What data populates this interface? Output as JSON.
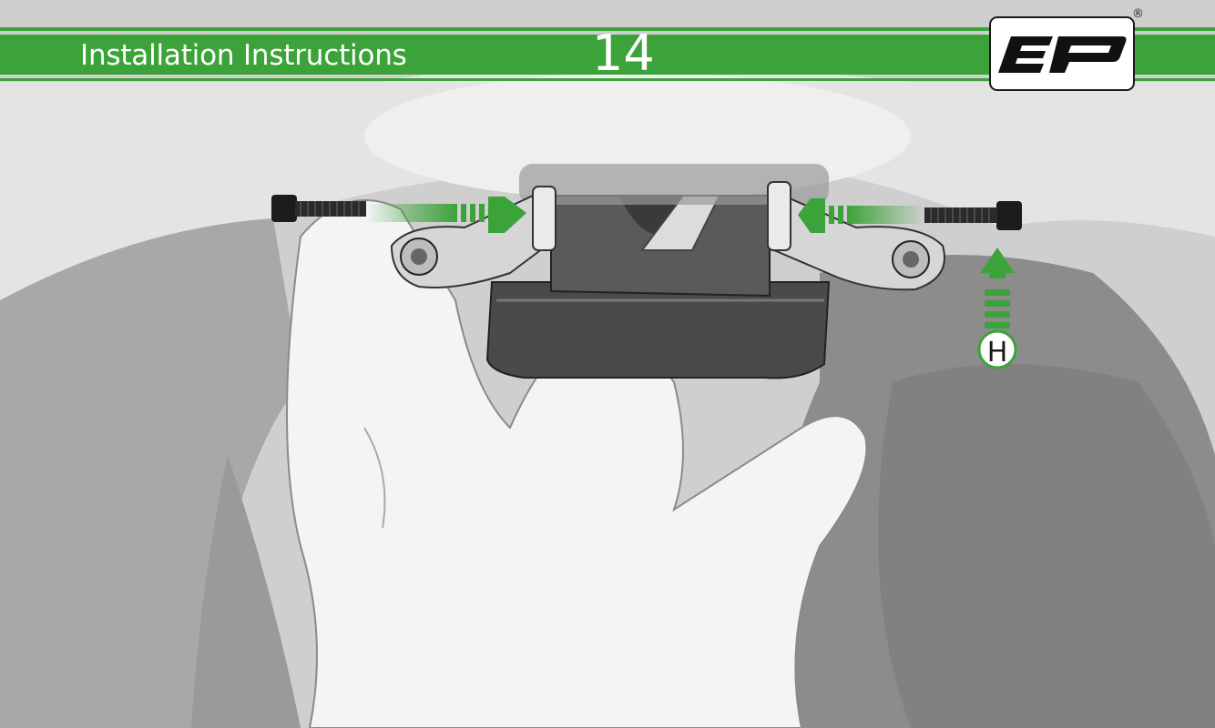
{
  "header": {
    "title": "Installation Instructions",
    "page_number": "14",
    "brand_color": "#3ca33a",
    "logo_icon": "ep-logo",
    "registered_mark": "®"
  },
  "illustration": {
    "callout_label": "H",
    "arrow_color": "#3ca33a"
  }
}
